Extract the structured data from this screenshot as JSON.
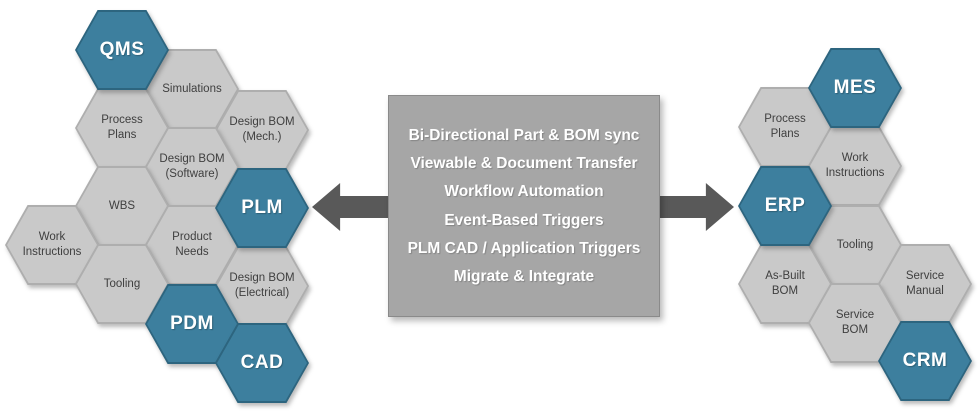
{
  "colors": {
    "accent_teal": "#3d7f9e",
    "accent_teal_border": "#2d657f",
    "hex_gray": "#c9c9c9",
    "hex_gray_border": "#aeaeae",
    "center_box_gray": "#a6a6a6",
    "arrow_gray": "#595959",
    "hex_text_dark": "#3f3f3f",
    "center_text": "#ffffff"
  },
  "center": {
    "lines": [
      "Bi-Directional Part & BOM sync",
      "Viewable & Document Transfer",
      "Workflow Automation",
      "Event-Based Triggers",
      "PLM CAD / Application Triggers",
      "Migrate & Integrate"
    ]
  },
  "left_hexes": [
    {
      "label": "QMS",
      "type": "accent"
    },
    {
      "label": "Simulations",
      "type": "gray"
    },
    {
      "label": "Process\nPlans",
      "type": "gray"
    },
    {
      "label": "Design BOM\n(Mech.)",
      "type": "gray"
    },
    {
      "label": "Design BOM\n(Software)",
      "type": "gray"
    },
    {
      "label": "WBS",
      "type": "gray"
    },
    {
      "label": "PLM",
      "type": "accent"
    },
    {
      "label": "Work\nInstructions",
      "type": "gray"
    },
    {
      "label": "Product\nNeeds",
      "type": "gray"
    },
    {
      "label": "Tooling",
      "type": "gray"
    },
    {
      "label": "Design BOM\n(Electrical)",
      "type": "gray"
    },
    {
      "label": "PDM",
      "type": "accent"
    },
    {
      "label": "CAD",
      "type": "accent"
    }
  ],
  "right_hexes": [
    {
      "label": "MES",
      "type": "accent"
    },
    {
      "label": "Process\nPlans",
      "type": "gray"
    },
    {
      "label": "Work\nInstructions",
      "type": "gray"
    },
    {
      "label": "ERP",
      "type": "accent"
    },
    {
      "label": "Tooling",
      "type": "gray"
    },
    {
      "label": "As-Built\nBOM",
      "type": "gray"
    },
    {
      "label": "Service\nManual",
      "type": "gray"
    },
    {
      "label": "Service\nBOM",
      "type": "gray"
    },
    {
      "label": "CRM",
      "type": "accent"
    }
  ]
}
